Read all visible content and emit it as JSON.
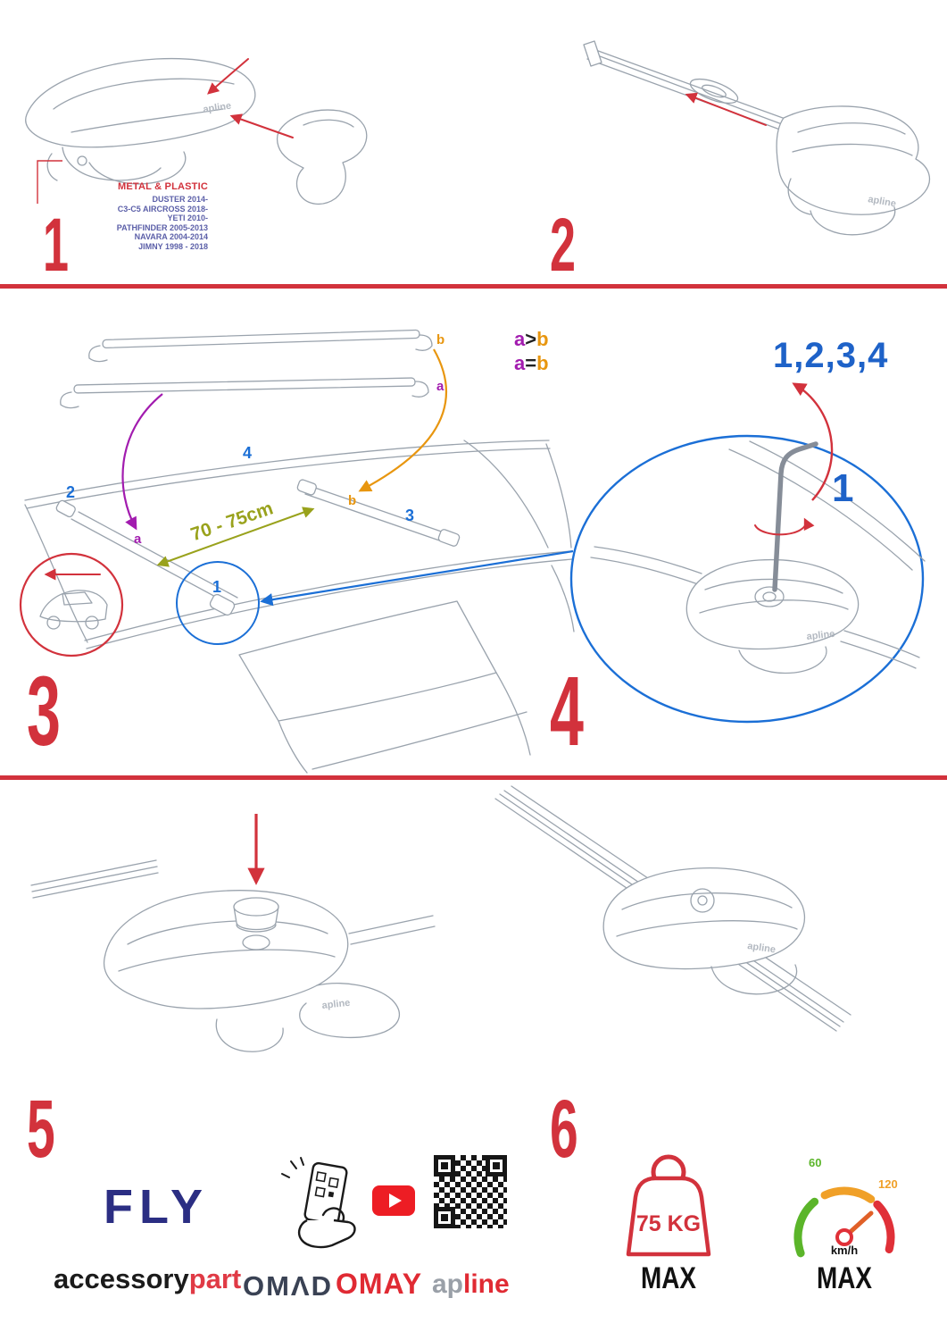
{
  "colors": {
    "accent_red": "#d2323c",
    "blue": "#1b6fd6",
    "purple": "#a21caf",
    "orange": "#e8960f",
    "olive": "#99a21c",
    "navy": "#2b2e83"
  },
  "step1": {
    "number": "1",
    "material_label": "METAL & PLASTIC",
    "models": [
      "DUSTER 2014-",
      "C3-C5 AIRCROSS 2018-",
      "YETI 2010-",
      "PATHFINDER 2005-2013",
      "NAVARA 2004-2014",
      "JIMNY 1998 - 2018"
    ]
  },
  "step2": {
    "number": "2"
  },
  "step3": {
    "number": "3",
    "measurement": "70 - 75cm",
    "formula_gt": {
      "a": "a",
      "op": ">",
      "b": "b"
    },
    "formula_eq": {
      "a": "a",
      "op": "=",
      "b": "b"
    },
    "labels": {
      "pos1": "1",
      "pos2": "2",
      "pos3": "3",
      "pos4": "4",
      "bar_a": "a",
      "bar_b": "b",
      "roof_a": "a",
      "roof_b": "b"
    }
  },
  "step4": {
    "number": "4",
    "sequence": "1,2,3,4",
    "first_position": "1"
  },
  "step5": {
    "number": "5"
  },
  "step6": {
    "number": "6"
  },
  "drawings": {
    "foot_logo": "apline"
  },
  "footer": {
    "brand": "FLY",
    "accessory": "accessory",
    "part": "part",
    "omad": "OMΛD",
    "omay": "OMAY",
    "apline_ap": "ap",
    "apline_line": "line",
    "weight_value": "75 KG",
    "weight_max": "MAX",
    "speed_low": "60",
    "speed_high": "120",
    "speed_unit": "km/h",
    "speed_max": "MAX"
  }
}
